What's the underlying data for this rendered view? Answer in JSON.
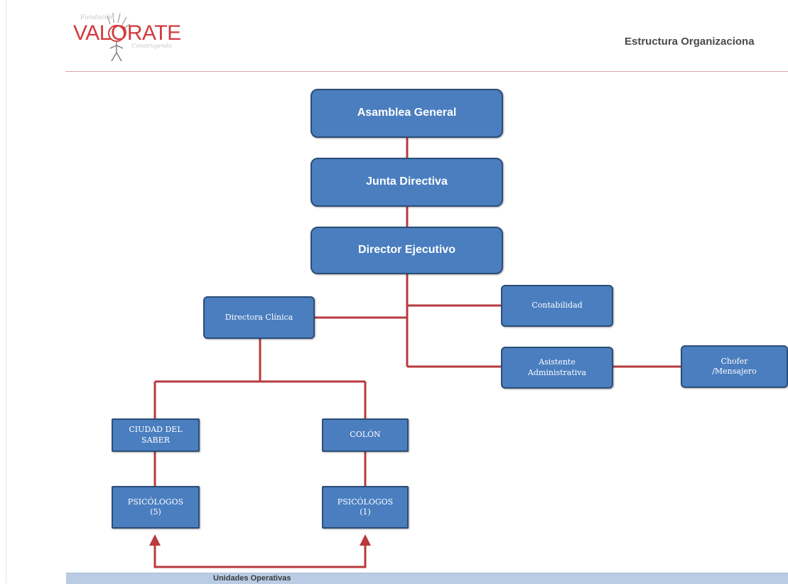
{
  "header": {
    "title": "Estructura Organizaciona",
    "logo": {
      "top_text": "Fundación",
      "wordmark": "VALORATE",
      "sub_text": "Construyendo"
    }
  },
  "org_chart": {
    "nodes": {
      "asamblea_general": "Asamblea General",
      "junta_directiva": "Junta Directiva",
      "director_ejecutivo": "Director Ejecutivo",
      "directora_clinica": "Directora Clínica",
      "contabilidad": "Contabilidad",
      "asistente_administrativa": "Asistente\nAdministrativa",
      "chofer_mensajero": "Chofer\n/Mensajero",
      "ciudad_del_saber": "CIUDAD DEL\nSABER",
      "colon": "COLÓN",
      "psicologos_ciudad": "PSICÓLOGOS\n(5)",
      "psicologos_colon": "PSICÓLOGOS\n(1)"
    },
    "colors": {
      "box_fill": "#4a7ebf",
      "box_border": "#2c4d77",
      "connector": "#b83a3d"
    }
  },
  "footer": {
    "label": "Unidades Operativas"
  }
}
